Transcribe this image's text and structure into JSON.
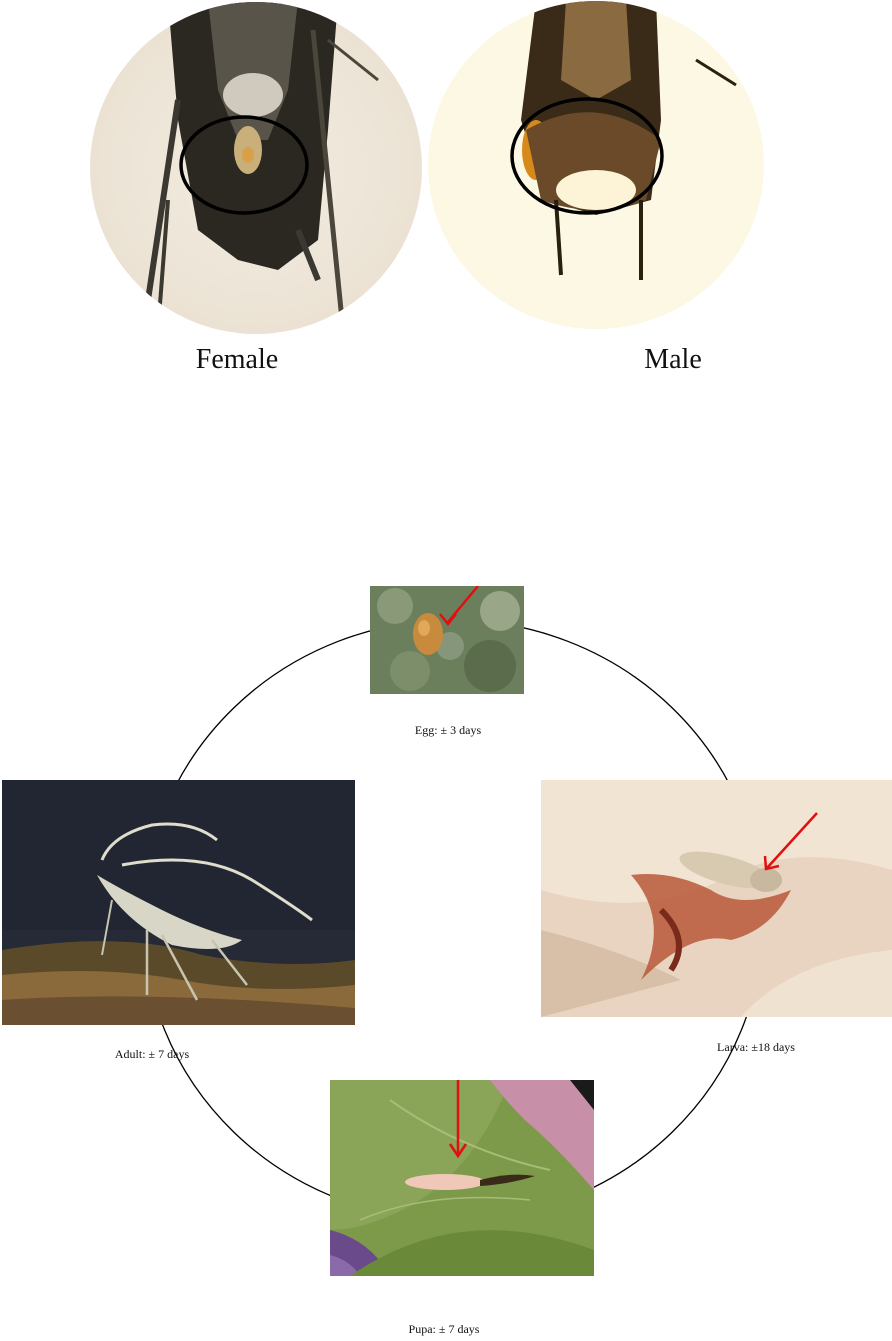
{
  "sex_comparison": {
    "female_label": "Female",
    "male_label": "Male"
  },
  "life_cycle": {
    "egg": {
      "label": "Egg: ± 3 days"
    },
    "larva": {
      "label": "Larva: ±18 days"
    },
    "pupa": {
      "label": "Pupa: ± 7 days"
    },
    "adult": {
      "label": "Adult: ± 7 days"
    }
  },
  "colors": {
    "arrow": "#e01010",
    "cycle_line": "#000000",
    "highlight_ellipse": "#000000"
  }
}
